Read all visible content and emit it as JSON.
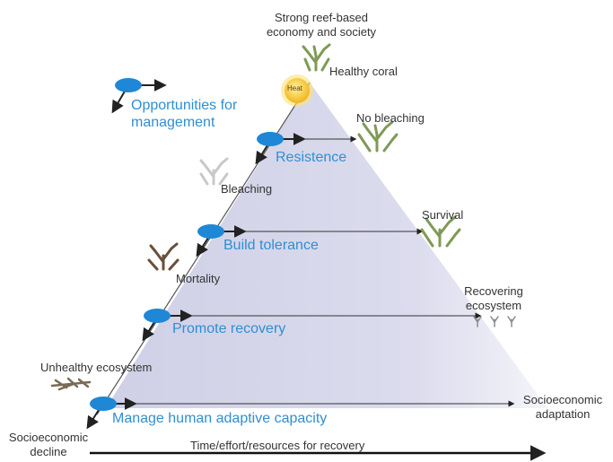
{
  "labels": {
    "top_title_line1": "Strong reef-based",
    "top_title_line2": "economy and society",
    "healthy_coral": "Healthy coral",
    "heat": "Heat",
    "opportunities_line1": "Opportunities for",
    "opportunities_line2": "management",
    "no_bleaching": "No bleaching",
    "resistance": "Resistence",
    "bleaching": "Bleaching",
    "survival": "Survival",
    "build_tolerance": "Build tolerance",
    "mortality": "Mortality",
    "recovering_line1": "Recovering",
    "recovering_line2": "ecosystem",
    "promote_recovery": "Promote recovery",
    "unhealthy_ecosystem": "Unhealthy ecosystem",
    "socio_adaptation_line1": "Socioeconomic",
    "socio_adaptation_line2": "adaptation",
    "manage_capacity": "Manage human adaptive capacity",
    "socio_decline_line1": "Socioeconomic",
    "socio_decline_line2": "decline",
    "x_axis": "Time/effort/resources for recovery"
  },
  "colors": {
    "triangle_fill": "#d9d9ec",
    "accent_blue": "#2f8fd2",
    "ellipse_blue": "#1e88d6",
    "coral_green": "#7f9a55",
    "coral_bleached": "#c8c8c8",
    "coral_dead": "#6b4f3a",
    "sun": "#f7c52a"
  }
}
